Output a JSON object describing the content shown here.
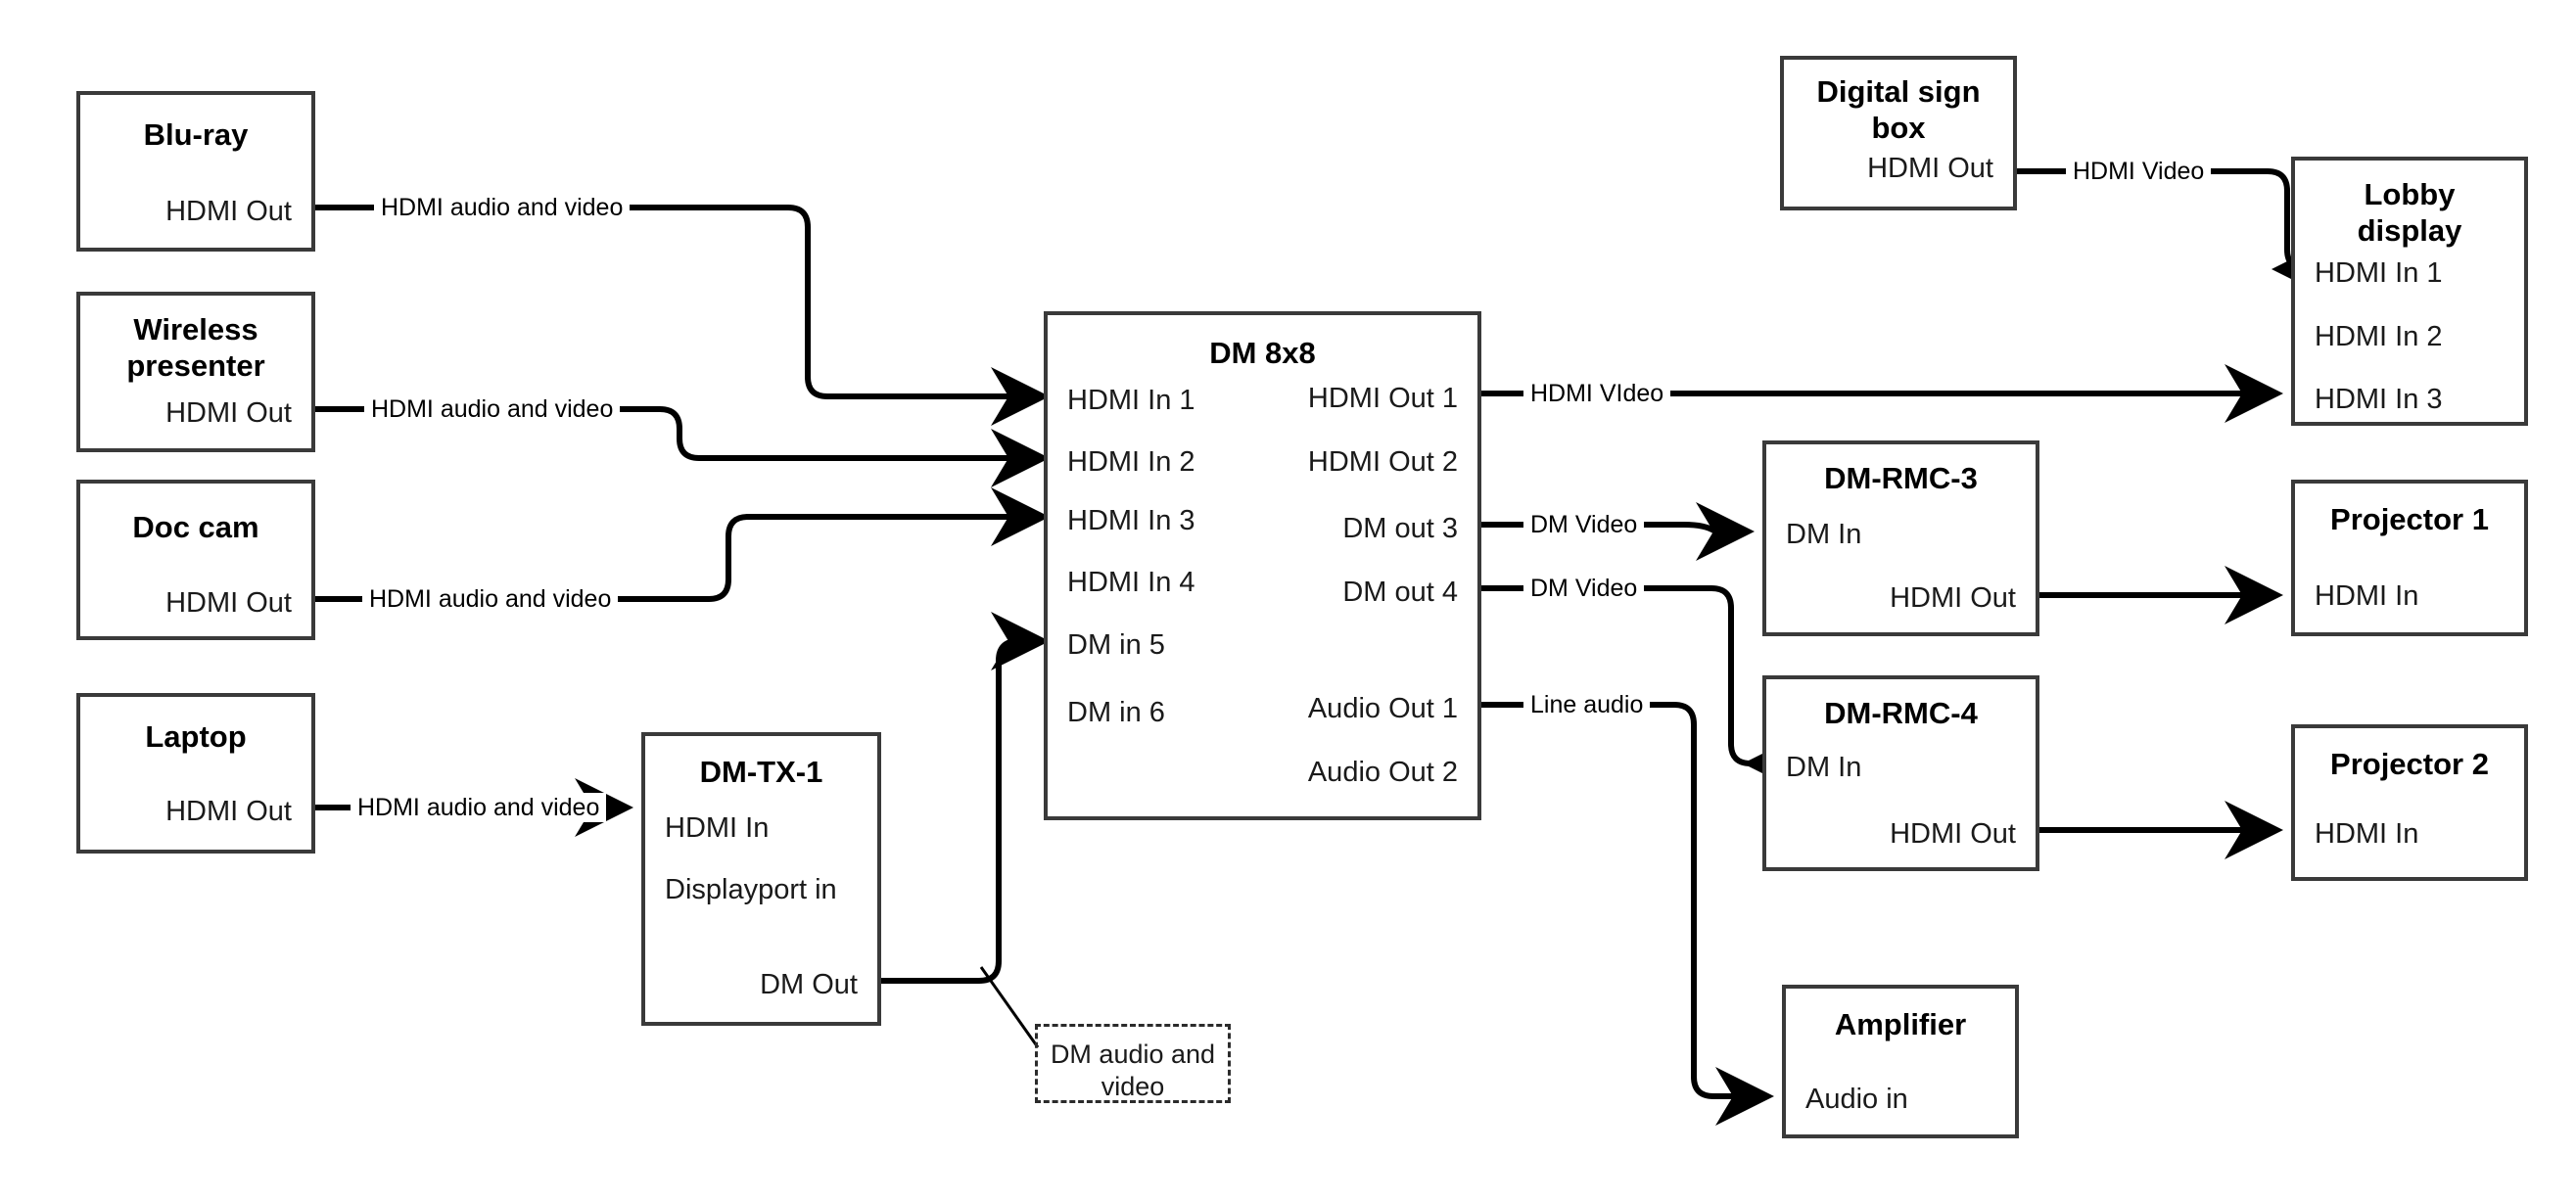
{
  "diagram": {
    "title": "AV signal flow diagram",
    "stroke_color": "#3a3a3a",
    "wire_color": "#000000",
    "background": "#ffffff"
  },
  "nodes": {
    "bluray": {
      "title": "Blu-ray",
      "ports": {
        "out": "HDMI Out"
      }
    },
    "wireless": {
      "title": "Wireless\npresenter",
      "ports": {
        "out": "HDMI Out"
      }
    },
    "doccam": {
      "title": "Doc cam",
      "ports": {
        "out": "HDMI Out"
      }
    },
    "laptop": {
      "title": "Laptop",
      "ports": {
        "out": "HDMI Out"
      }
    },
    "dmtx1": {
      "title": "DM-TX-1",
      "ports": {
        "hdmi_in": "HDMI In",
        "dp_in": "Displayport in",
        "dm_out": "DM Out"
      }
    },
    "dm8x8": {
      "title": "DM 8x8",
      "inputs": [
        "HDMI In 1",
        "HDMI In 2",
        "HDMI In 3",
        "HDMI In 4",
        "DM in 5",
        "DM in 6"
      ],
      "outputs": [
        "HDMI Out 1",
        "HDMI Out 2",
        "DM out 3",
        "DM out 4",
        "Audio Out 1",
        "Audio Out 2"
      ]
    },
    "digitalsign": {
      "title": "Digital sign\nbox",
      "ports": {
        "out": "HDMI Out"
      }
    },
    "lobby": {
      "title": "Lobby\ndisplay",
      "inputs": [
        "HDMI In 1",
        "HDMI In 2",
        "HDMI In 3"
      ]
    },
    "dmrmc3": {
      "title": "DM-RMC-3",
      "ports": {
        "dm_in": "DM In",
        "hdmi_out": "HDMI Out"
      }
    },
    "dmrmc4": {
      "title": "DM-RMC-4",
      "ports": {
        "dm_in": "DM In",
        "hdmi_out": "HDMI Out"
      }
    },
    "projector1": {
      "title": "Projector 1",
      "ports": {
        "in": "HDMI In"
      }
    },
    "projector2": {
      "title": "Projector 2",
      "ports": {
        "in": "HDMI In"
      }
    },
    "amplifier": {
      "title": "Amplifier",
      "ports": {
        "in": "Audio in"
      }
    },
    "dm_callout": {
      "text": "DM audio and\nvideo"
    }
  },
  "wire_labels": {
    "bluray_to_dm": "HDMI audio and video",
    "wireless_to_dm": "HDMI audio and video",
    "doccam_to_dm": "HDMI audio and video",
    "laptop_to_tx": "HDMI audio and video",
    "sign_to_lobby": "HDMI Video",
    "dm_hdmiout1_lobby": "HDMI VIdeo",
    "dm_out3_rmc3": "DM Video",
    "dm_out4_rmc4": "DM Video",
    "dm_audio_amp": "Line audio"
  }
}
